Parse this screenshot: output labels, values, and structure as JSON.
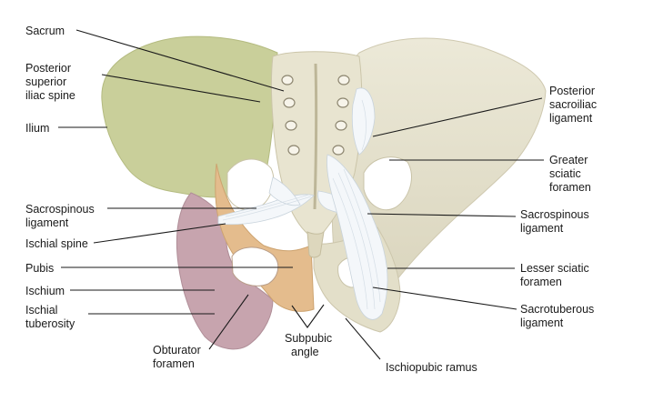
{
  "labels": {
    "sacrum": "Sacrum",
    "psis_1": "Posterior",
    "psis_2": "superior",
    "psis_3": "iliac spine",
    "ilium": "Ilium",
    "sacrospinous_left_1": "Sacrospinous",
    "sacrospinous_left_2": "ligament",
    "ischial_spine": "Ischial spine",
    "pubis": "Pubis",
    "ischium": "Ischium",
    "ischial_tuberosity_1": "Ischial",
    "ischial_tuberosity_2": "tuberosity",
    "obturator_1": "Obturator",
    "obturator_2": "foramen",
    "subpubic_1": "Subpubic",
    "subpubic_2": "angle",
    "ischiopubic_ramus": "Ischiopubic ramus",
    "posterior_sacroiliac_1": "Posterior",
    "posterior_sacroiliac_2": "sacroiliac",
    "posterior_sacroiliac_3": "ligament",
    "greater_sciatic_1": "Greater",
    "greater_sciatic_2": "sciatic",
    "greater_sciatic_3": "foramen",
    "sacrospinous_right_1": "Sacrospinous",
    "sacrospinous_right_2": "ligament",
    "lesser_sciatic_1": "Lesser sciatic",
    "lesser_sciatic_2": "foramen",
    "sacrotuberous_1": "Sacrotuberous",
    "sacrotuberous_2": "ligament"
  },
  "colors": {
    "ilium": "#c9cf9a",
    "ischium": "#c7a4ae",
    "pubis": "#e4bc8d",
    "bone": "#e6e2cf",
    "ligament": "#f4f7fa",
    "text": "#1a1a1a"
  }
}
